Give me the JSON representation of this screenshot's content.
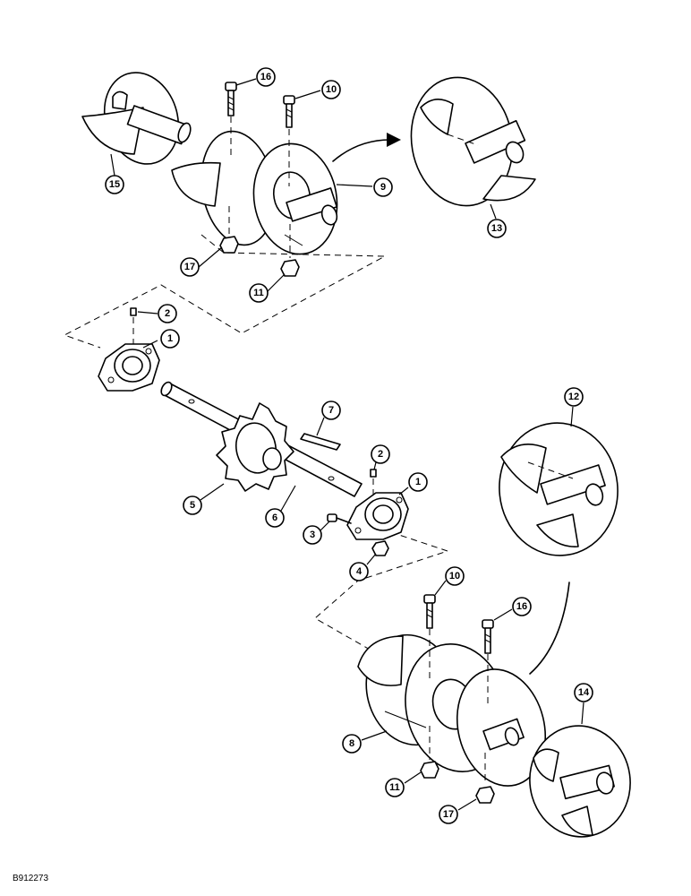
{
  "figure_id": "B912273",
  "callouts": {
    "top_15": "15",
    "top_16": "16",
    "top_10": "10",
    "top_9": "9",
    "top_13": "13",
    "top_17": "17",
    "top_11": "11",
    "mid_2a": "2",
    "mid_1a": "1",
    "mid_7": "7",
    "mid_2b": "2",
    "mid_1b": "1",
    "mid_5": "5",
    "mid_6": "6",
    "mid_3": "3",
    "mid_4": "4",
    "mid_12": "12",
    "bot_10": "10",
    "bot_16": "16",
    "bot_14": "14",
    "bot_8": "8",
    "bot_11": "11",
    "bot_17": "17"
  }
}
